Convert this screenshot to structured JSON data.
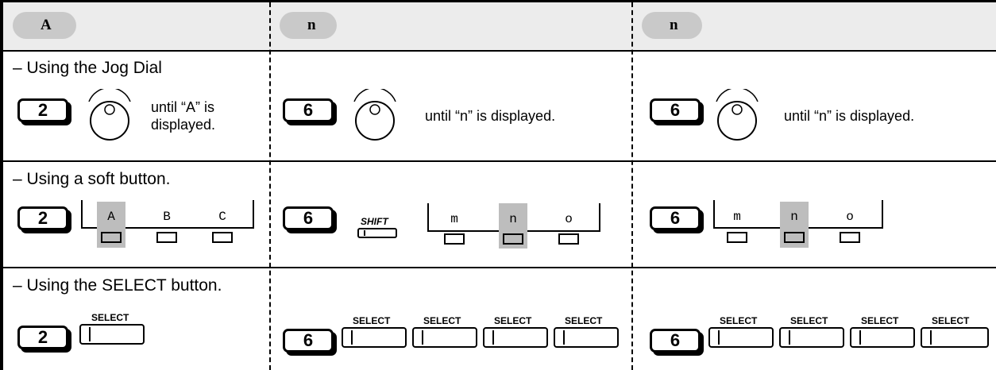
{
  "columns": [
    {
      "header": "A",
      "key": "2"
    },
    {
      "header": "n",
      "key": "6"
    },
    {
      "header": "n",
      "key": "6"
    }
  ],
  "sections": {
    "jog": "– Using the  Jog Dial",
    "soft": "– Using a soft button.",
    "select": "– Using the SELECT button."
  },
  "jog_desc": {
    "col1_line1": "until “A” is",
    "col1_line2": "displayed.",
    "col2": "until “n” is displayed.",
    "col3": "until “n” is displayed."
  },
  "soft_letters": {
    "col1": [
      "A",
      "B",
      "C"
    ],
    "col2": [
      "m",
      "n",
      "o"
    ],
    "col3": [
      "m",
      "n",
      "o"
    ]
  },
  "shift_label": "SHIFT",
  "select_label": "SELECT",
  "colors": {
    "header_bg": "#ececec",
    "pill": "#c9c9c9",
    "highlight": "#bdbdbd"
  },
  "icons": [
    "jog-dial-icon",
    "soft-button-icon",
    "select-button-icon",
    "shift-button-icon"
  ]
}
